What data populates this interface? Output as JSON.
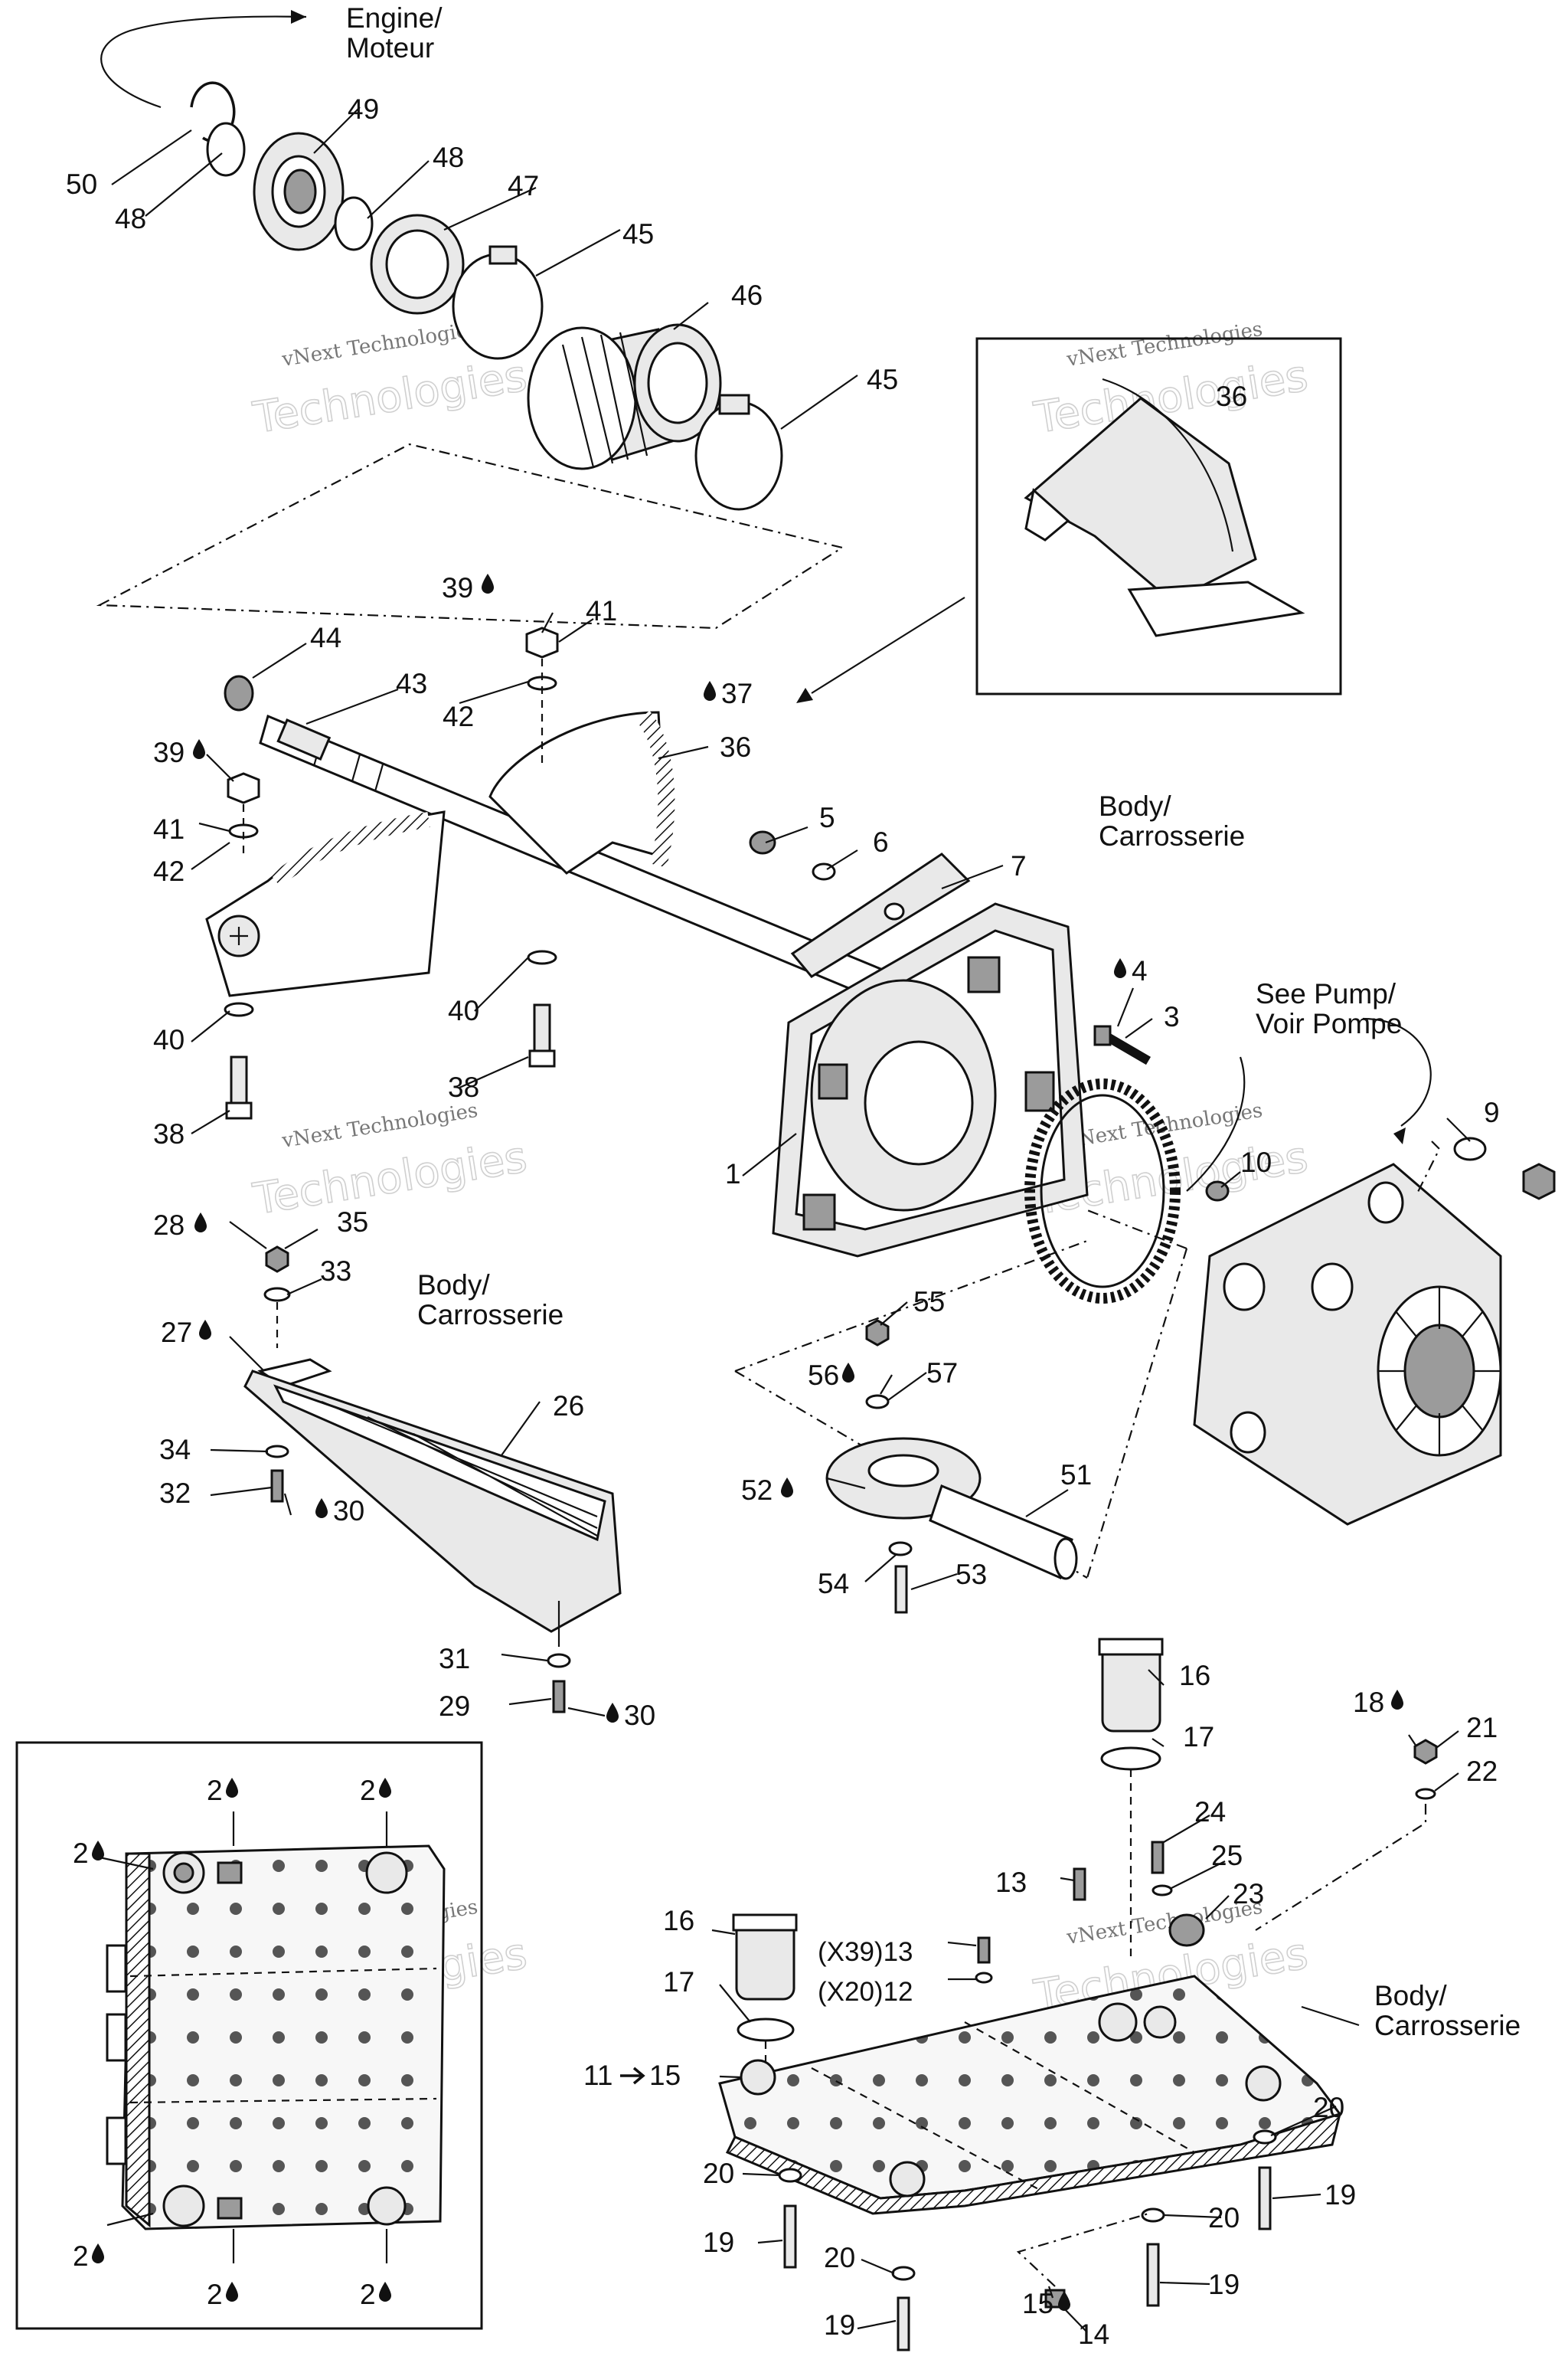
{
  "annotations": {
    "engine": "Engine/\nMoteur",
    "body_1": "Body/\nCarrosserie",
    "body_2": "Body/\nCarrosserie",
    "body_3": "Body/\nCarrosserie",
    "see_pump": "See Pump/\nVoir Pompe"
  },
  "watermark": {
    "line1": "vNext Technologies",
    "line2": "Technologies"
  },
  "labels": {
    "p50": "50",
    "p48a": "48",
    "p49": "49",
    "p48b": "48",
    "p47": "47",
    "p45a": "45",
    "p46": "46",
    "p45b": "45",
    "p36top": "36",
    "p39a": "39",
    "p41a": "41",
    "p42a": "42",
    "p44": "44",
    "p43": "43",
    "p37": "37",
    "p39b": "39",
    "p41b": "41",
    "p42b": "42",
    "p36": "36",
    "p40a": "40",
    "p40b": "40",
    "p38a": "38",
    "p38b": "38",
    "p5": "5",
    "p6": "6",
    "p7": "7",
    "p4": "4",
    "p3": "3",
    "p1": "1",
    "p9": "9",
    "p10": "10",
    "p28": "28",
    "p35": "35",
    "p33": "33",
    "p27": "27",
    "p26": "26",
    "p34": "34",
    "p32": "32",
    "p30a": "30",
    "p55": "55",
    "p56": "56",
    "p57": "57",
    "p52": "52",
    "p51": "51",
    "p54": "54",
    "p53": "53",
    "p31": "31",
    "p29": "29",
    "p30b": "30",
    "p16a": "16",
    "p17a": "17",
    "p18": "18",
    "p21": "21",
    "p22": "22",
    "p24": "24",
    "p25": "25",
    "p13a": "13",
    "p23": "23",
    "p16b": "16",
    "p17b": "17",
    "p13b": "(X39)13",
    "p12": "(X20)12",
    "p11": "11",
    "p15a": "15",
    "p20a": "20",
    "p19a": "19",
    "p20b": "20",
    "p19b": "19",
    "p20c": "20",
    "p19c": "19",
    "p20d": "20",
    "p19d": "19",
    "p15b": "15",
    "p14": "14",
    "p2a": "2",
    "p2b": "2",
    "p2c": "2",
    "p2d": "2",
    "p2e": "2",
    "p2f": "2"
  }
}
